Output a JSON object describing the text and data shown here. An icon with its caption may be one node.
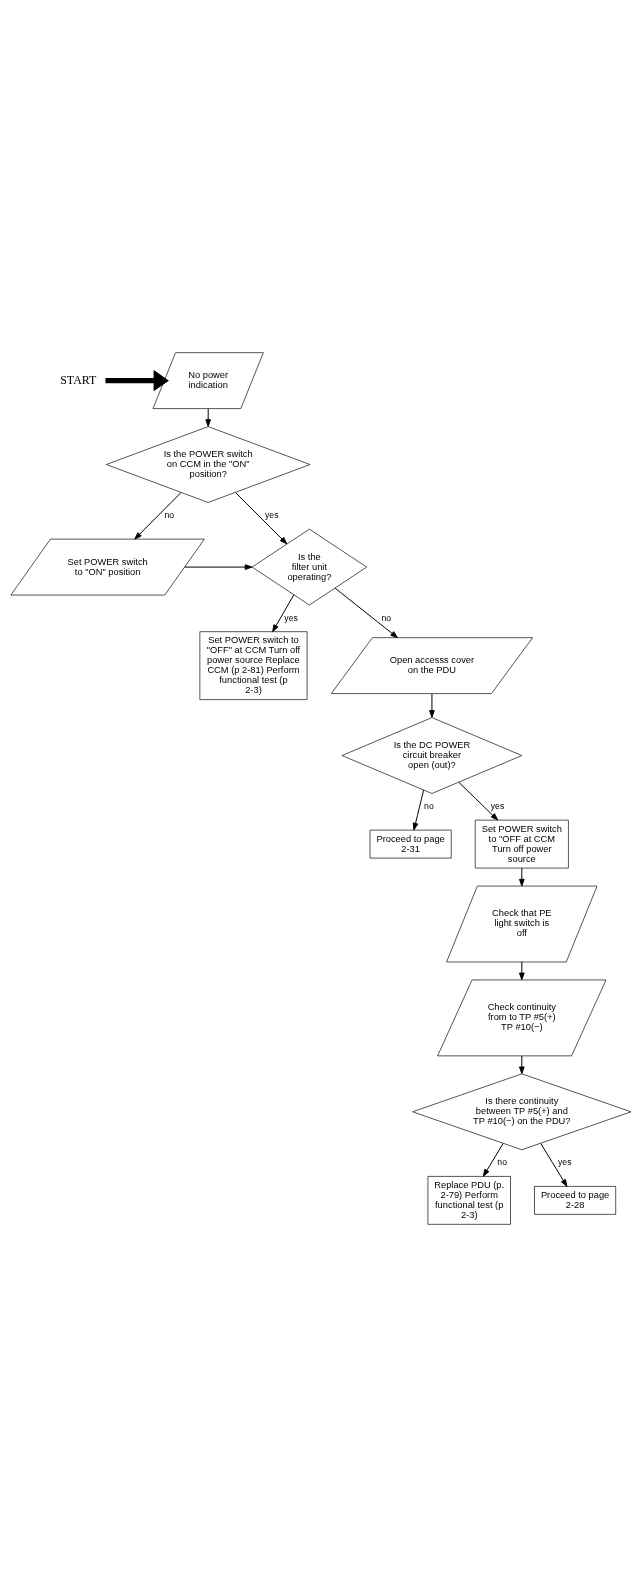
{
  "diagram": {
    "nodes": [
      {
        "text": [
          "START"
        ]
      },
      {
        "text": [
          "No power indication"
        ]
      },
      {
        "text": [
          "Is the POWER switch on CCM in the \"ON\" position?"
        ]
      },
      {
        "text": [
          "Set POWER switch to \"ON\" position"
        ]
      },
      {
        "text": [
          "Is the filter unit operating?"
        ]
      },
      {
        "text": [
          "Set POWER switch to \"OFF\" at CCM Turn off power source Replace CCM (p 2-81) Perform functional test (p 2-3)"
        ]
      },
      {
        "text": [
          "Open accesss cover on the PDU"
        ]
      },
      {
        "text": [
          "Is the DC POWER circuit breaker open (out)?"
        ]
      },
      {
        "text": [
          "Proceed to page 2-31"
        ]
      },
      {
        "text": [
          "Set POWER switch to \"OFF at CCM Turn off power source"
        ]
      },
      {
        "text": [
          "Check that PE light switch is off"
        ]
      },
      {
        "text": [
          "Check continuity from to TP #5(+) TP #10(−)"
        ]
      },
      {
        "text": [
          "Is there continuity between TP #5(+) and TP #10(−) on the PDU?"
        ]
      },
      {
        "text": [
          "Replace PDU (p. 2-79) Perform functional test (p 2-3)"
        ]
      },
      {
        "text": [
          "Proceed to page 2-28"
        ]
      }
    ],
    "edges": [
      {
        "from": 0,
        "to": 1,
        "arrow": "to",
        "style": "thick"
      },
      {
        "from": 1,
        "to": 2,
        "arrow": "to"
      },
      {
        "from": 2,
        "to": 3,
        "arrow": "to",
        "label": "no"
      },
      {
        "from": 2,
        "to": 4,
        "arrow": "to",
        "label": "yes"
      },
      {
        "from": 3,
        "to": 4,
        "arrow": "to"
      },
      {
        "from": 4,
        "to": 6,
        "arrow": "to",
        "label": "no"
      },
      {
        "from": 4,
        "to": 5,
        "arrow": "to",
        "label": "yes"
      },
      {
        "from": 6,
        "to": 7,
        "arrow": "to"
      },
      {
        "from": 7,
        "to": 8,
        "arrow": "to",
        "label": "no"
      },
      {
        "from": 7,
        "to": 9,
        "arrow": "to",
        "label": "yes"
      },
      {
        "from": 9,
        "to": 10,
        "arrow": "to"
      },
      {
        "from": 10,
        "to": 11,
        "arrow": "to"
      },
      {
        "from": 11,
        "to": 12,
        "arrow": "to"
      },
      {
        "from": 12,
        "to": 13,
        "arrow": "to",
        "label": "no"
      },
      {
        "from": 12,
        "to": 14,
        "arrow": "to",
        "label": "yes"
      }
    ]
  }
}
